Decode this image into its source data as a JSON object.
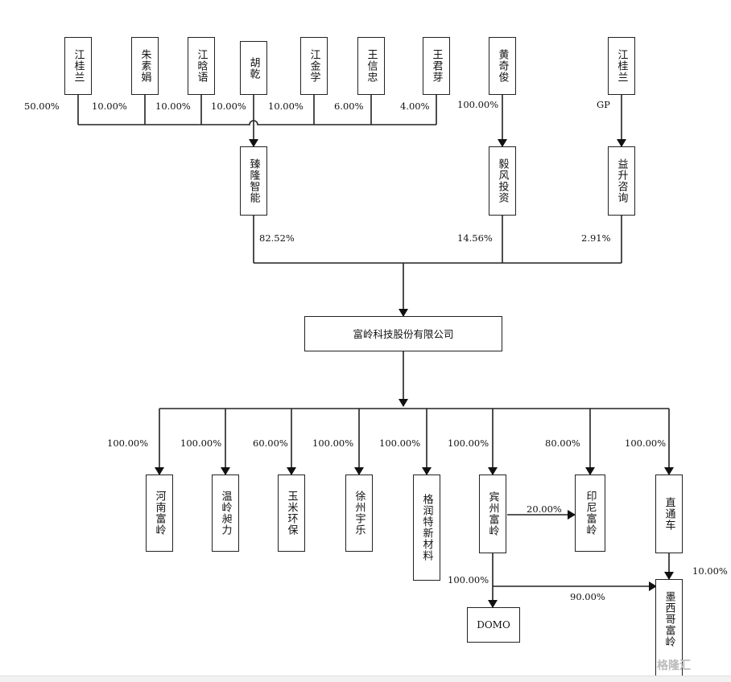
{
  "shareholders": [
    {
      "id": "jiang-guilan",
      "name": "江桂兰",
      "pct": "50.00%"
    },
    {
      "id": "zhu-sujuan",
      "name": "朱素娟",
      "pct": "10.00%"
    },
    {
      "id": "jiang-xiaoyu",
      "name": "江晗语",
      "pct": "10.00%"
    },
    {
      "id": "hu-qian",
      "name": "胡乾",
      "pct": "10.00%"
    },
    {
      "id": "jiang-jinxue",
      "name": "江金学",
      "pct": "10.00%"
    },
    {
      "id": "wang-xinzhong",
      "name": "王信忠",
      "pct": "6.00%"
    },
    {
      "id": "wang-junfen",
      "name": "王君芽",
      "pct": "4.00%"
    },
    {
      "id": "huang-qijun",
      "name": "黄奇俊",
      "pct": "100.00%"
    },
    {
      "id": "jiang-guilan-gp",
      "name": "江桂兰",
      "pct": "GP"
    }
  ],
  "holding_entities": [
    {
      "id": "zhenlong",
      "name": "臻隆智能",
      "pct": "82.52%"
    },
    {
      "id": "yifeng",
      "name": "毅风投资",
      "pct": "14.56%"
    },
    {
      "id": "yisheng",
      "name": "益升咨询",
      "pct": "2.91%"
    }
  ],
  "company": "富岭科技股份有限公司",
  "subsidiaries": [
    {
      "id": "henan",
      "name": "河南富岭",
      "pct": "100.00%"
    },
    {
      "id": "wenling",
      "name": "温岭昶力",
      "pct": "100.00%"
    },
    {
      "id": "yumi",
      "name": "玉米环保",
      "pct": "60.00%"
    },
    {
      "id": "xuzhou",
      "name": "徐州宇乐",
      "pct": "100.00%"
    },
    {
      "id": "gerunte",
      "name": "格润特新材料",
      "pct": "100.00%"
    },
    {
      "id": "binzhou",
      "name": "宾州富岭",
      "pct": "100.00%"
    },
    {
      "id": "yinni",
      "name": "印尼富岭",
      "pct": "80.00%"
    },
    {
      "id": "zhitongche",
      "name": "直通车",
      "pct": "100.00%"
    }
  ],
  "secondary": [
    {
      "id": "domo",
      "name": "DOMO",
      "pct": "100.00%"
    },
    {
      "id": "mexico",
      "name": "墨西哥富岭",
      "pct_binzhou": "90.00%",
      "pct_zhitongche": "10.00%"
    }
  ],
  "binzhou_to_yinni_pct": "20.00%",
  "watermark": "格隆汇"
}
